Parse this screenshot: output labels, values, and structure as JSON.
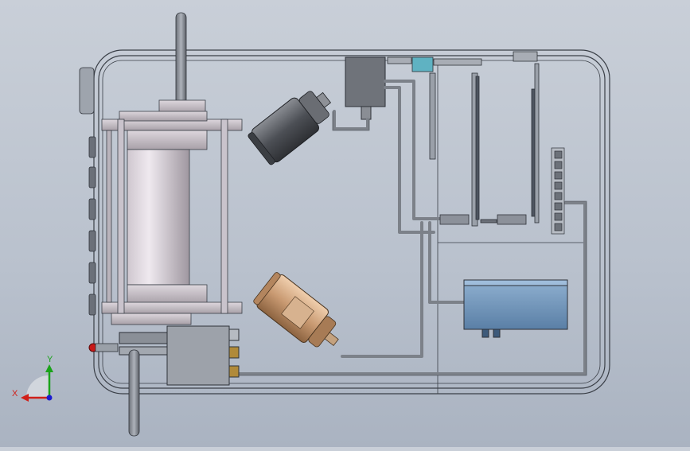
{
  "viewport": {
    "background_top": "#c9cfd8",
    "background_bottom": "#aab3c1"
  },
  "triad": {
    "x_label": "X",
    "y_label": "Y",
    "x_color": "#d0201a",
    "y_color": "#1aa31a",
    "z_color": "#1a1ad0"
  },
  "model": {
    "components": [
      {
        "name": "enclosure-outline",
        "icon": "rounded-rectangle-icon"
      },
      {
        "name": "vertical-cylinder",
        "icon": "cylinder-icon"
      },
      {
        "name": "top-antenna",
        "icon": "rod-icon"
      },
      {
        "name": "bottom-antenna",
        "icon": "rod-icon"
      },
      {
        "name": "gray-motor",
        "icon": "motor-icon"
      },
      {
        "name": "bronze-motor",
        "icon": "motor-icon"
      },
      {
        "name": "junction-box",
        "icon": "box-icon"
      },
      {
        "name": "circuit-boards",
        "icon": "board-icon"
      },
      {
        "name": "terminal-strip",
        "icon": "terminal-icon"
      },
      {
        "name": "blue-module",
        "icon": "module-icon"
      },
      {
        "name": "valve-block",
        "icon": "block-icon"
      }
    ],
    "colors": {
      "edge": "#3a3f47",
      "pipe": "#7c8189",
      "cylinder_light": "#e4dde4",
      "cylinder_dark": "#9a929a",
      "motor_gray": "#55585e",
      "motor_bronze": "#c99a72",
      "module_blue": "#6e93b8",
      "board_teal": "#5fb2c2",
      "brass": "#b08a3a",
      "red_knob": "#c81818"
    }
  }
}
